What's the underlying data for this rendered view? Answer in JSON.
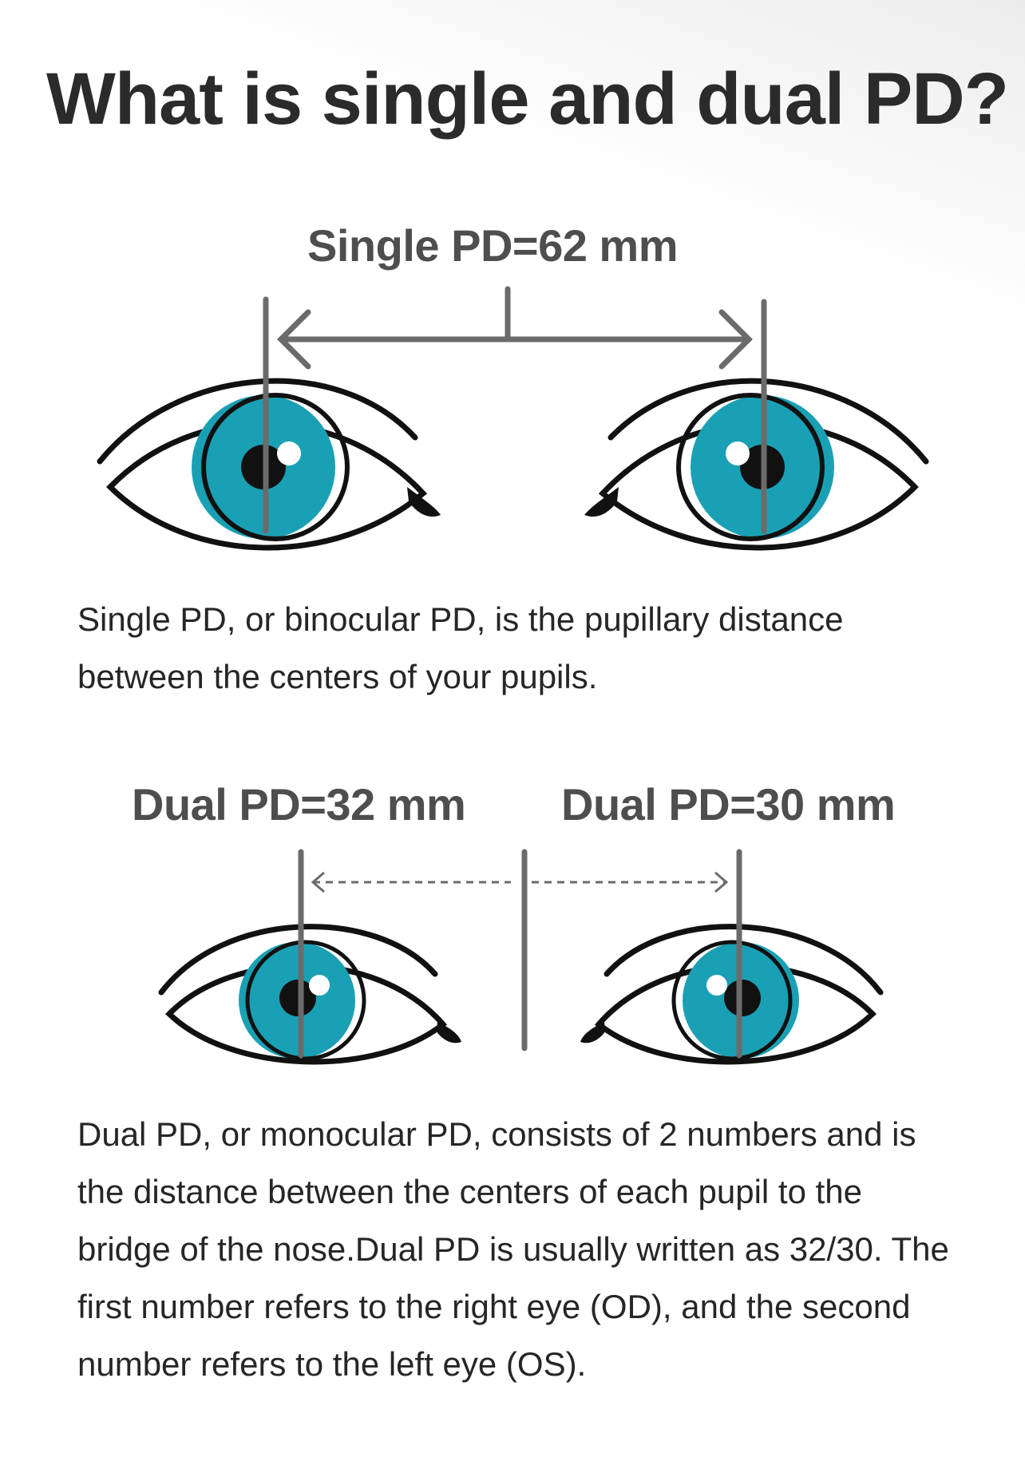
{
  "title": "What is single and dual PD?",
  "single": {
    "label": "Single PD=62 mm",
    "description": "Single PD, or binocular PD, is the pupillary distance between the centers of your pupils."
  },
  "dual": {
    "right_label": "Dual PD=32 mm",
    "left_label": "Dual PD=30 mm",
    "description": "Dual PD, or monocular PD, consists of 2 numbers and is the distance between the centers of each pupil to the bridge of the nose.Dual PD is usually written as 32/30. The first number refers to the right eye (OD), and the second number refers to the left eye (OS)."
  },
  "colors": {
    "iris": "#1aa0b4",
    "pupil": "#111111",
    "measure_line": "#6b6b6b",
    "eye_outline": "#111111"
  }
}
